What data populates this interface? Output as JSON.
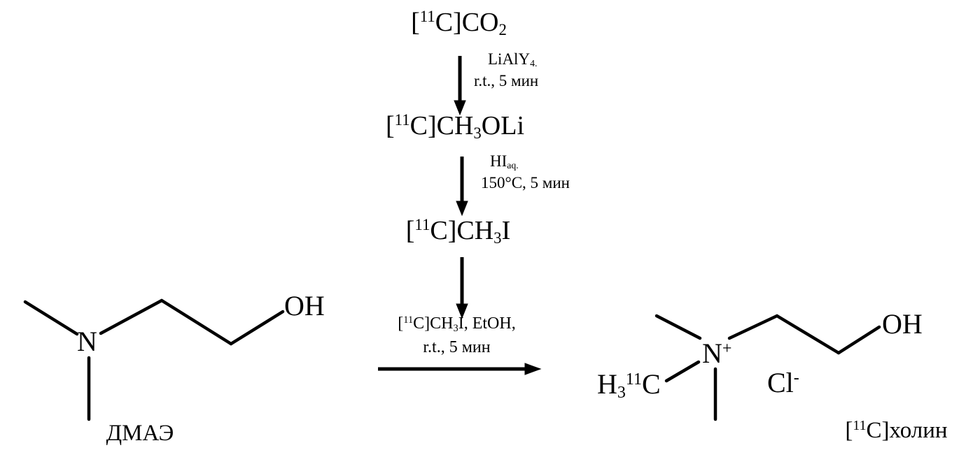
{
  "scheme": {
    "colors": {
      "ink": "#000000",
      "background": "#ffffff"
    },
    "compounds": {
      "co2": [
        {
          "t": "["
        },
        {
          "t": "11",
          "s": "sup"
        },
        {
          "t": "C]CO"
        },
        {
          "t": "2",
          "s": "sub"
        }
      ],
      "ch3oli": [
        {
          "t": "["
        },
        {
          "t": "11",
          "s": "sup"
        },
        {
          "t": "C]CH"
        },
        {
          "t": "3",
          "s": "sub"
        },
        {
          "t": "OLi"
        }
      ],
      "ch3i": [
        {
          "t": "["
        },
        {
          "t": "11",
          "s": "sup"
        },
        {
          "t": "C]CH"
        },
        {
          "t": "3",
          "s": "sub"
        },
        {
          "t": "I"
        }
      ]
    },
    "steps": {
      "step1": {
        "reagent": [
          {
            "t": "LiAlY"
          },
          {
            "t": "4.",
            "s": "sub"
          }
        ],
        "conditions": "r.t., 5 мин"
      },
      "step2": {
        "reagent": [
          {
            "t": "HI"
          },
          {
            "t": "aq.",
            "s": "sub"
          }
        ],
        "conditions": "150°C, 5 мин"
      },
      "step3": {
        "reagent": [
          {
            "t": "["
          },
          {
            "t": "11",
            "s": "sup"
          },
          {
            "t": "C]CH"
          },
          {
            "t": "3",
            "s": "sub"
          },
          {
            "t": "I, EtOH,"
          }
        ],
        "conditions": "r.t., 5 мин"
      }
    },
    "molecules": {
      "dmae": {
        "label": "ДМАЭ",
        "atoms": {
          "n": "N",
          "oh": "OH"
        }
      },
      "choline": {
        "label": [
          {
            "t": "["
          },
          {
            "t": "11",
            "s": "sup"
          },
          {
            "t": "C]холин"
          }
        ],
        "atoms": {
          "n": [
            {
              "t": "N"
            },
            {
              "t": "+",
              "s": "sup"
            }
          ],
          "h3c": [
            {
              "t": "H"
            },
            {
              "t": "3",
              "s": "sub"
            },
            {
              "t": "11",
              "s": "sup"
            },
            {
              "t": "C"
            }
          ],
          "cl": [
            {
              "t": "Cl"
            },
            {
              "t": "-",
              "s": "sup"
            }
          ],
          "oh": "OH"
        }
      }
    }
  }
}
